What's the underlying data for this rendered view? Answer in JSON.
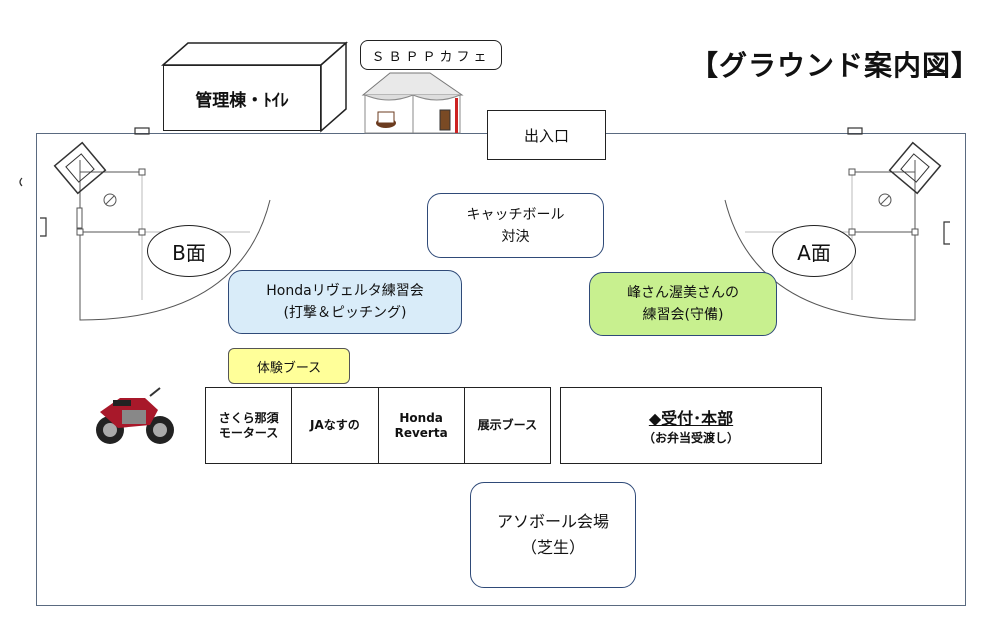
{
  "title": "【グラウンド案内図】",
  "buildings": {
    "kanri": "管理棟・ﾄｲﾚ",
    "cafe": "ＳＢＰＰカフェ",
    "entrance": "出入口"
  },
  "fields": {
    "b_field": "B面",
    "a_field": "A面"
  },
  "events": {
    "catch_ball": [
      "キャッチボール",
      "対決"
    ],
    "honda_practice": [
      "Hondaリヴェルタ練習会",
      "(打撃＆ピッチング)"
    ],
    "mine_practice": [
      "峰さん渥美さんの",
      "練習会(守備)"
    ],
    "taiken": "体験ブース"
  },
  "booths": [
    [
      "さくら那須",
      "モータース"
    ],
    [
      "JAなすの"
    ],
    [
      "Honda",
      "Reverta"
    ],
    [
      "展示ブース"
    ]
  ],
  "reception": {
    "main": "◆受付･本部",
    "sub": "（お弁当受渡し）"
  },
  "asoball": [
    "アソボール会場",
    "（芝生）"
  ],
  "colors": {
    "honda_box": "#d9ecf9",
    "mine_box": "#c8f08f",
    "taiken_box": "#ffff99",
    "round_border": "#2f4a78"
  }
}
